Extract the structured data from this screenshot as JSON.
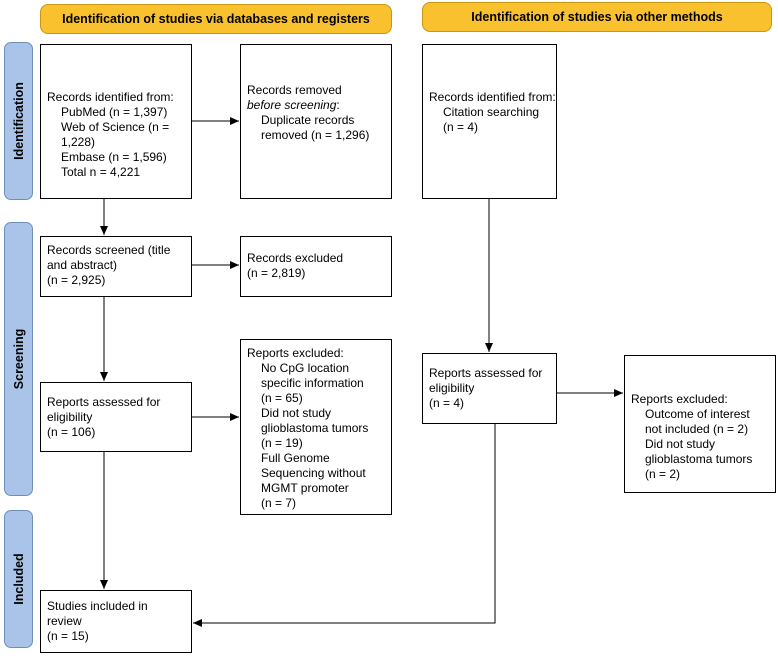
{
  "headers": {
    "databases": "Identification of studies via databases and registers",
    "other": "Identification of studies via other methods"
  },
  "phases": {
    "identification": "Identification",
    "screening": "Screening",
    "included": "Included"
  },
  "boxes": {
    "identified_db": {
      "title": "Records identified from:",
      "pubmed": "PubMed (n = 1,397)",
      "wos_1": "Web of Science (n =",
      "wos_2": "1,228)",
      "embase": "Embase (n = 1,596)",
      "total": "Total n = 4,221"
    },
    "removed": {
      "line1": "Records removed",
      "line2_italic": "before screening",
      "line2_suffix": ":",
      "dup_1": "Duplicate records",
      "dup_2": "removed (n = 1,296)"
    },
    "identified_other": {
      "title": "Records identified from:",
      "citation": "Citation searching",
      "n": "(n = 4)"
    },
    "screened": {
      "line1": "Records screened (title",
      "line2": "and abstract)",
      "line3": "(n = 2,925)"
    },
    "excluded_records": {
      "line1": "Records excluded",
      "line2": "(n = 2,819)"
    },
    "assessed_db": {
      "line1": "Reports assessed for",
      "line2": "eligibility",
      "line3": "(n = 106)"
    },
    "excluded_reports_db": {
      "title": "Reports excluded:",
      "r1a": "No CpG location",
      "r1b": "specific information",
      "r1c": "(n = 65)",
      "r2a": "Did not study",
      "r2b": "glioblastoma tumors",
      "r2c": "(n = 19)",
      "r3a": "Full Genome",
      "r3b": "Sequencing without",
      "r3c": "MGMT promoter",
      "r3d": "(n = 7)"
    },
    "assessed_other": {
      "line1": "Reports assessed for",
      "line2": "eligibility",
      "line3": "(n = 4)"
    },
    "excluded_reports_other": {
      "title": "Reports excluded:",
      "r1a": "Outcome of interest",
      "r1b": "not included (n = 2)",
      "r2a": "Did not study",
      "r2b": "glioblastoma tumors",
      "r2c": "(n = 2)"
    },
    "included": {
      "line1": "Studies included in",
      "line2": "review",
      "line3": "(n = 15)"
    }
  },
  "colors": {
    "header_fill": "#f9c12e",
    "phase_fill": "#a9c4e8",
    "box_border": "#000000",
    "arrow": "#000000"
  }
}
